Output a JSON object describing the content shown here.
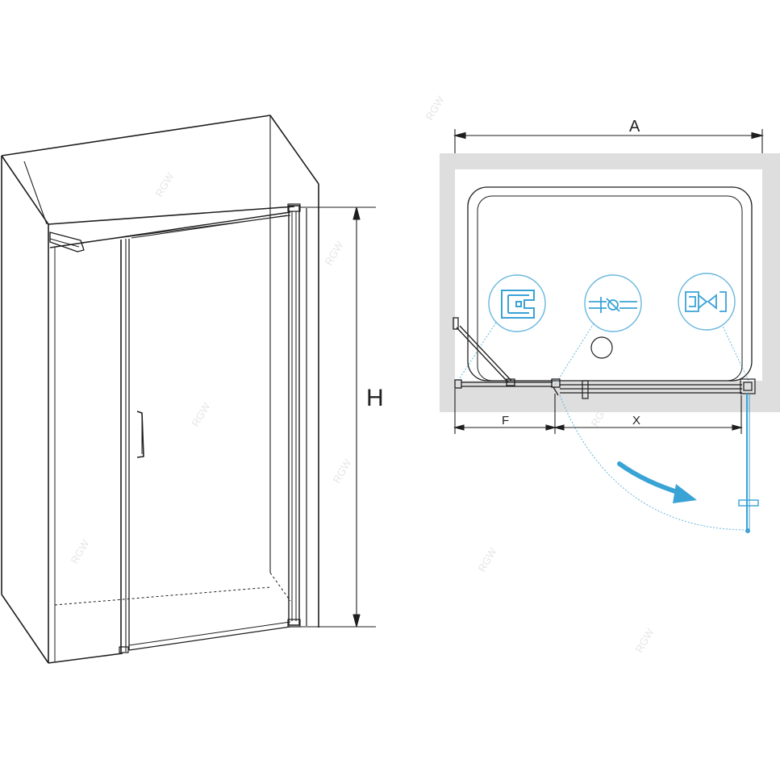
{
  "dimensions": {
    "height_label": "H",
    "width_label": "A",
    "fixed_panel_label": "F",
    "door_label": "X"
  },
  "watermark": {
    "text": "RGW"
  },
  "colors": {
    "line": "#1e1e1e",
    "thin_line": "#555555",
    "tray_fill": "#dedede",
    "accent": "#3aa3d6",
    "detail_outline": "#68b7de",
    "watermark": "#e6e6e6"
  },
  "icons": {
    "detail_left": "wall-profile-detail-icon",
    "detail_center": "hinge-detail-icon",
    "detail_right": "magnetic-seal-detail-icon",
    "swing_arrow": "swing-direction-arrow-icon"
  }
}
